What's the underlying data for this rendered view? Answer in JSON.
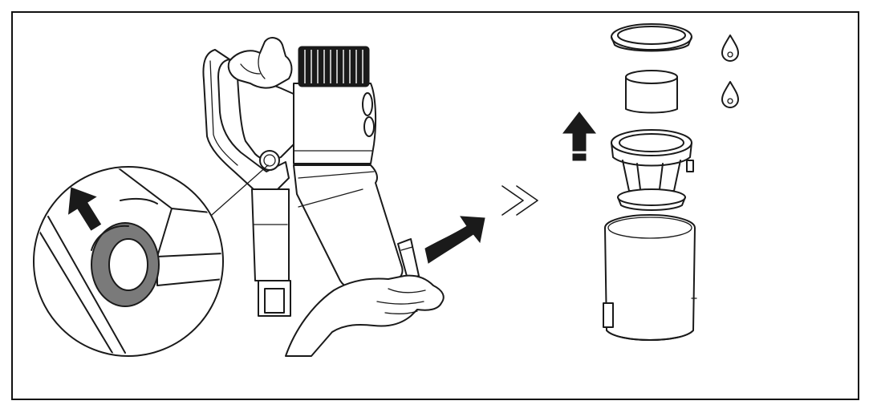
{
  "diagram": {
    "steps": [
      {
        "id": "press-release-button",
        "description_icon": "arrow-up-icon"
      },
      {
        "id": "open-dust-bin-lid",
        "description_icon": "curved-arrow-icon"
      },
      {
        "id": "remove-filters",
        "description_icon": "arrow-up-icon"
      }
    ],
    "separator_icon": "double-chevron-right-icon",
    "wash_icon": "water-drop-icon",
    "colors": {
      "line": "#1a1a1a",
      "fill": "#ffffff",
      "gray": "#7a7a7a",
      "light": "#e3e3e3"
    }
  }
}
